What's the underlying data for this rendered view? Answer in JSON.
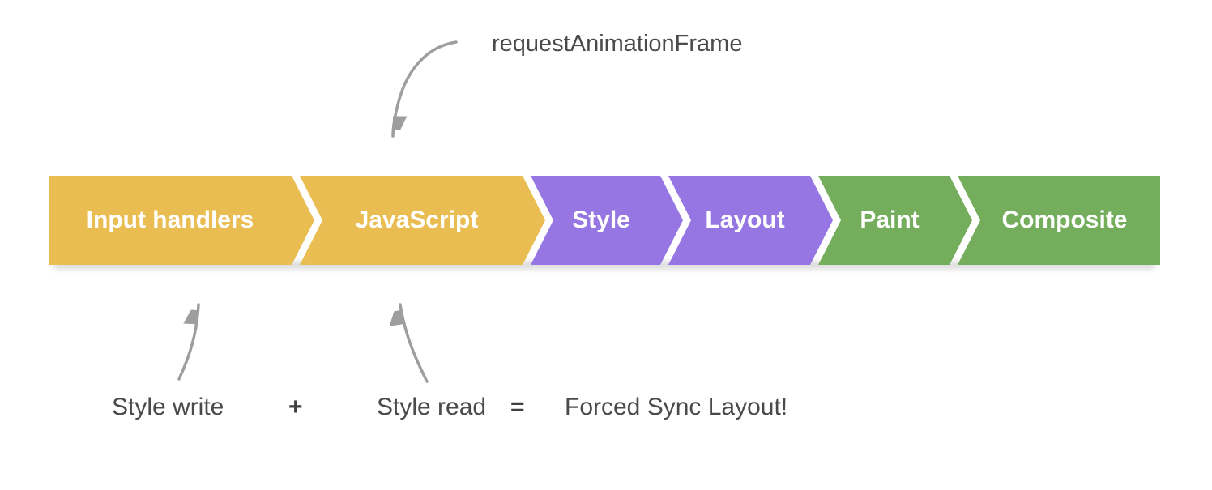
{
  "diagram": {
    "raf_label": "requestAnimationFrame",
    "stages": [
      {
        "label": "Input handlers",
        "color": "#EABD52"
      },
      {
        "label": "JavaScript",
        "color": "#EABD52"
      },
      {
        "label": "Style",
        "color": "#9576E2"
      },
      {
        "label": "Layout",
        "color": "#9576E2"
      },
      {
        "label": "Paint",
        "color": "#74AE5D"
      },
      {
        "label": "Composite",
        "color": "#74AE5D"
      }
    ],
    "equation": {
      "left_operand": "Style write",
      "plus_operator": "+",
      "right_operand": "Style read",
      "equals_operator": "=",
      "result": "Forced Sync Layout!"
    },
    "colors": {
      "stage_text": "#FFFFFF",
      "annotation_text": "#4A4A4A",
      "arrow": "#9E9E9E",
      "background": "#FFFFFF"
    }
  }
}
